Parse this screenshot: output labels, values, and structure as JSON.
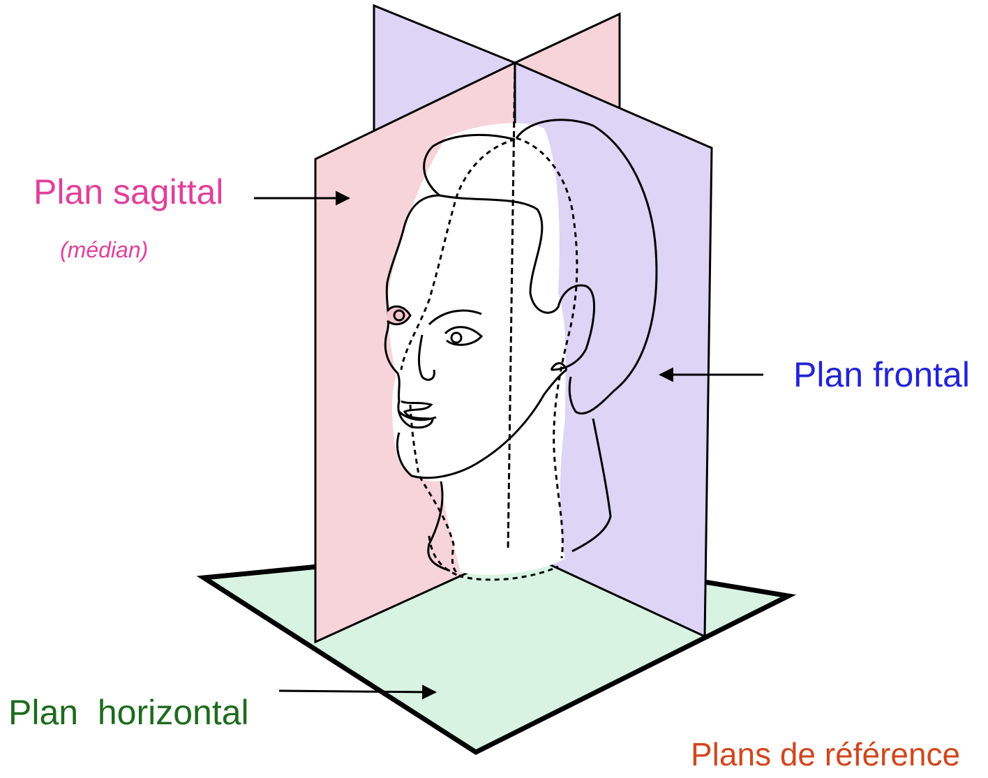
{
  "labels": {
    "sagittal": "Plan sagittal",
    "median": "(médian)",
    "frontal": "Plan frontal",
    "horizontal": "Plan  horizontal",
    "title": "Plans de référence"
  },
  "colors": {
    "sagittal_label": "#e0409a",
    "frontal_label": "#2323d6",
    "horizontal_label": "#1e6a1e",
    "title_label": "#d2461e",
    "sagittal_plane": "#f7d4da",
    "frontal_plane": "#ddd4f6",
    "horizontal_plane": "#d8f3e2",
    "outline": "#000000"
  }
}
